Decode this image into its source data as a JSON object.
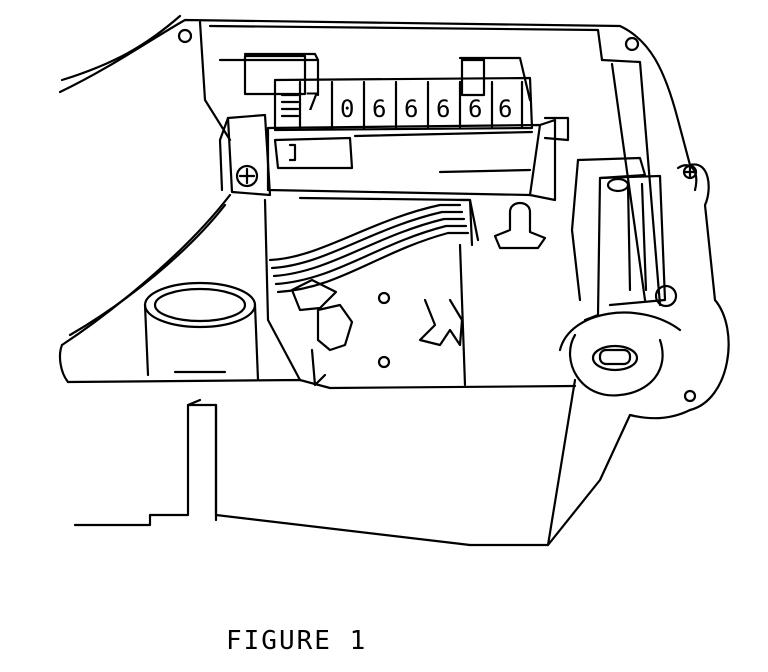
{
  "figure": {
    "caption": "FIGURE 1",
    "counter_digits": [
      "7",
      "0",
      "6",
      "6",
      "6",
      "6",
      "6"
    ]
  },
  "colors": {
    "ink": "#000000",
    "paper": "#ffffff"
  }
}
